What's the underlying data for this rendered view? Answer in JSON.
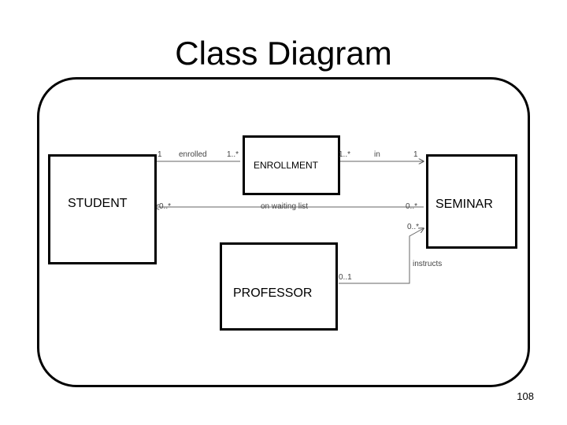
{
  "title": "Class Diagram",
  "classes": {
    "student": "STUDENT",
    "enrollment": "ENROLLMENT",
    "seminar": "SEMINAR",
    "professor": "PROFESSOR"
  },
  "associations": {
    "enrolled": {
      "label": "enrolled",
      "mult_student": "1",
      "mult_enrollment": "1..*"
    },
    "in": {
      "label": "in",
      "mult_enrollment": "1..*",
      "mult_seminar": "1"
    },
    "waiting_list": {
      "label": "on waiting list",
      "mult_student": "0..*",
      "mult_seminar": "0..*"
    },
    "instructs": {
      "label": "instructs",
      "mult_seminar": "0..*",
      "mult_professor": "0..1"
    }
  },
  "page_number": "108"
}
